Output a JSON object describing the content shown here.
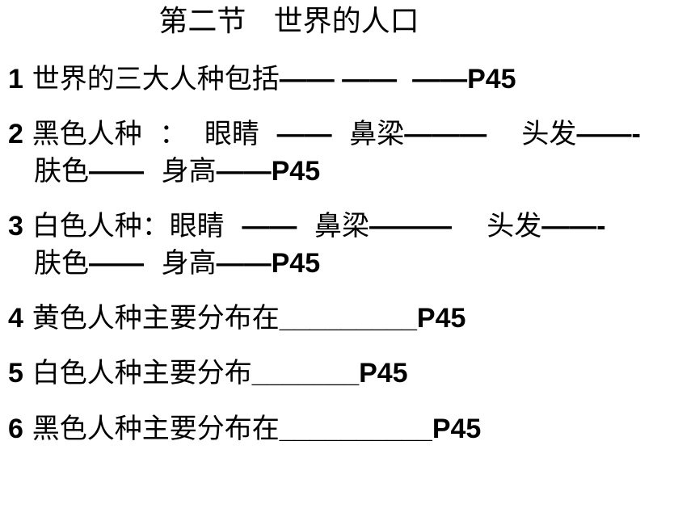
{
  "title": "第二节   世界的人口",
  "items": [
    {
      "num": "1",
      "text": " 世界的三大人种包括",
      "tail": "—— ——  ——P45"
    },
    {
      "num": "2",
      "text": " 黑色人种  ：  眼睛  ",
      "tail": "——",
      "text2": "  鼻梁",
      "tail2": "———",
      "text3": "    头发",
      "tail3": "——-"
    },
    {
      "line2_text": "肤色",
      "line2_tail": "——",
      "line2_text2": "  身高",
      "line2_tail2": "——P45"
    },
    {
      "num": "3",
      "text": " 白色人种：眼睛  ",
      "tail": "——",
      "text2": "  鼻梁",
      "tail2": "———",
      "text3": "    头发",
      "tail3": "——-"
    },
    {
      "line2_text": "肤色",
      "line2_tail": "——",
      "line2_text2": "  身高",
      "line2_tail2": "——P45"
    },
    {
      "num": "4",
      "text": " 黄色人种主要分布在",
      "tail": "_________P45"
    },
    {
      "num": "5",
      "text": " 白色人种主要分布",
      "tail": "_______P45"
    },
    {
      "num": "6",
      "text": " 黑色人种主要分布在",
      "tail": "__________P45"
    }
  ]
}
